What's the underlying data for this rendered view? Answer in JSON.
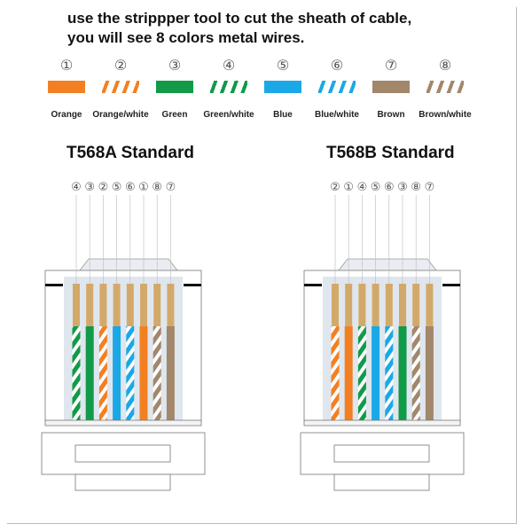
{
  "intro": {
    "line1": "use the strippper tool to cut the sheath of cable,",
    "line2": "you will see 8 colors metal wires."
  },
  "colors": {
    "orange": "#f28023",
    "green": "#119a48",
    "blue": "#1ba8e6",
    "brown": "#a2876b",
    "gold": "#d3a96a",
    "panel": "#dfe6ee"
  },
  "wires": [
    {
      "num": "①",
      "label": "Orange",
      "color": "orange",
      "striped": false
    },
    {
      "num": "②",
      "label": "Orange/white",
      "color": "orange",
      "striped": true
    },
    {
      "num": "③",
      "label": "Green",
      "color": "green",
      "striped": false
    },
    {
      "num": "④",
      "label": "Green/white",
      "color": "green",
      "striped": true
    },
    {
      "num": "⑤",
      "label": "Blue",
      "color": "blue",
      "striped": false
    },
    {
      "num": "⑥",
      "label": "Blue/white",
      "color": "blue",
      "striped": true
    },
    {
      "num": "⑦",
      "label": "Brown",
      "color": "brown",
      "striped": false
    },
    {
      "num": "⑧",
      "label": "Brown/white",
      "color": "brown",
      "striped": true
    }
  ],
  "standards": [
    {
      "title": "T568A Standard",
      "order": [
        4,
        3,
        2,
        5,
        6,
        1,
        8,
        7
      ]
    },
    {
      "title": "T568B Standard",
      "order": [
        2,
        1,
        4,
        5,
        6,
        3,
        8,
        7
      ]
    }
  ]
}
